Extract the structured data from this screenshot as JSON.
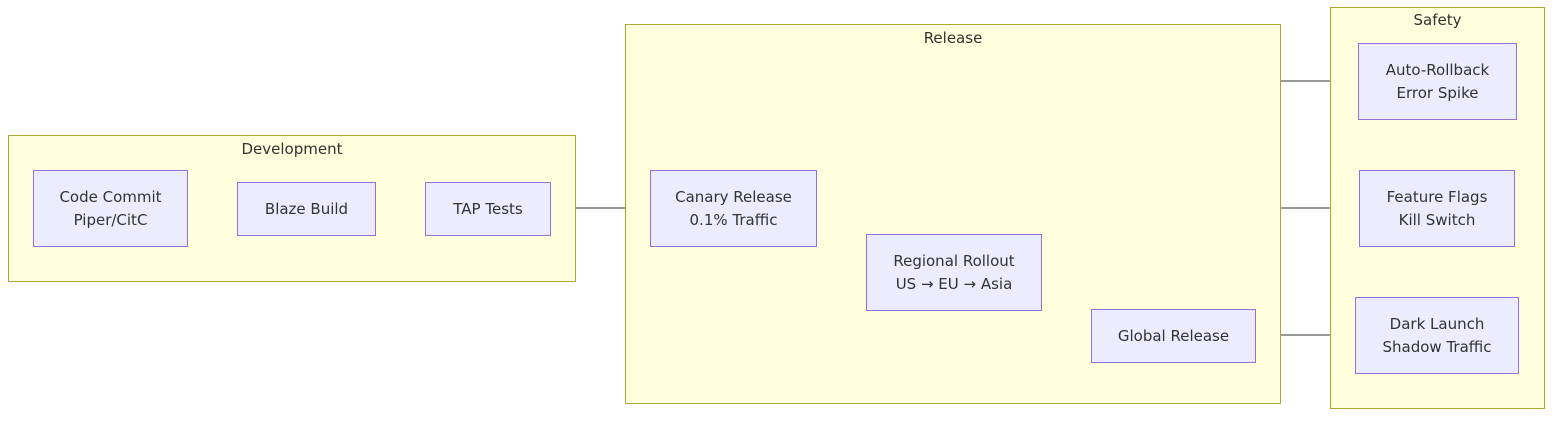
{
  "clusters": {
    "development": "Development",
    "release": "Release",
    "safety": "Safety"
  },
  "nodes": {
    "code_commit": [
      "Code Commit",
      "Piper/CitC"
    ],
    "blaze_build": [
      "Blaze Build"
    ],
    "tap_tests": [
      "TAP Tests"
    ],
    "canary_release": [
      "Canary Release",
      "0.1% Traffic"
    ],
    "regional_rollout": [
      "Regional Rollout",
      "US → EU → Asia"
    ],
    "global_release": [
      "Global Release"
    ],
    "auto_rollback": [
      "Auto-Rollback",
      "Error Spike"
    ],
    "feature_flags": [
      "Feature Flags",
      "Kill Switch"
    ],
    "dark_launch": [
      "Dark Launch",
      "Shadow Traffic"
    ]
  },
  "edges": [
    {
      "from": "code_commit",
      "to": "blaze_build"
    },
    {
      "from": "blaze_build",
      "to": "tap_tests"
    },
    {
      "from": "tap_tests",
      "to": "canary_release"
    },
    {
      "from": "canary_release",
      "to": "regional_rollout"
    },
    {
      "from": "regional_rollout",
      "to": "global_release"
    },
    {
      "from": "canary_release",
      "to": "auto_rollback"
    },
    {
      "from": "regional_rollout",
      "to": "feature_flags"
    },
    {
      "from": "global_release",
      "to": "dark_launch"
    }
  ],
  "colors": {
    "cluster_fill": "#ffffde",
    "cluster_border": "#aaaa33",
    "node_fill": "#ececff",
    "node_border": "#9370db",
    "edge": "#333333",
    "text": "#333333"
  }
}
